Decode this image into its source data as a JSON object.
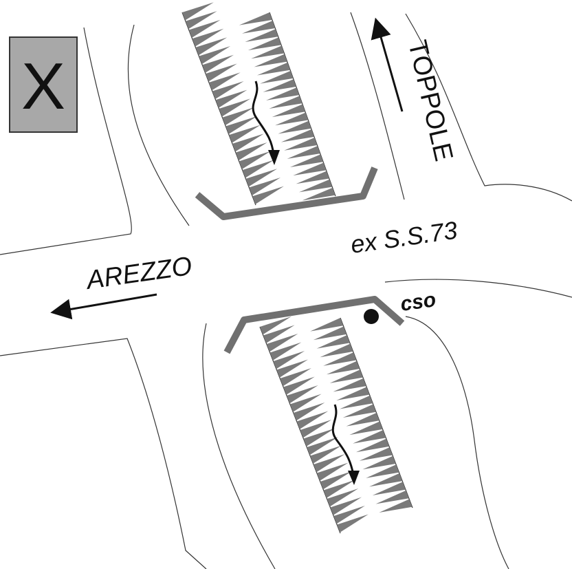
{
  "labels": {
    "road_name": "ex S.S.73",
    "direction_west": "AREZZO",
    "direction_north": "TOPPOLE",
    "point_label": "cso",
    "marker_glyph": "X"
  },
  "colors": {
    "channel_fill": "#7a7a7a",
    "culvert_stroke": "#707070",
    "marker_box_fill": "#a8a8a8",
    "line": "#111111",
    "background": "#ffffff"
  },
  "icons": {
    "flow_north": "wavy-arrow-down-icon",
    "flow_south": "wavy-arrow-down-icon",
    "direction_west": "arrow-left-icon",
    "direction_north": "arrow-up-icon",
    "point": "dot-icon",
    "marker": "cross-box-icon"
  }
}
